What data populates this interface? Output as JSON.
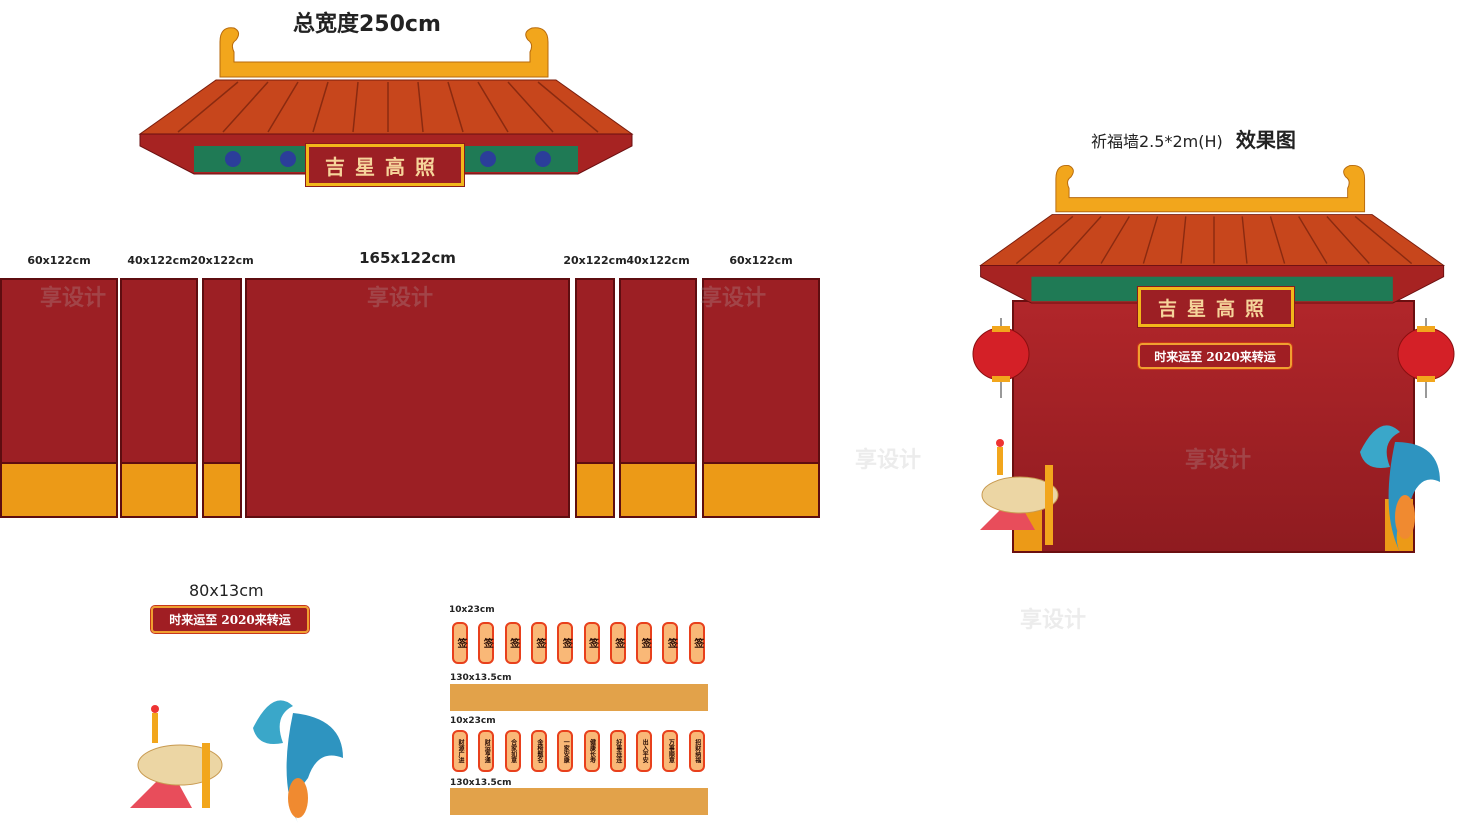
{
  "top": {
    "title": "总宽度250cm",
    "plaque": "吉星高照"
  },
  "panels": [
    {
      "label": "60x122cm",
      "base": true
    },
    {
      "label": "40x122cm",
      "base": true
    },
    {
      "label": "20x122cm",
      "base": true
    },
    {
      "label": "165x122cm",
      "base": false
    },
    {
      "label": "20x122cm",
      "base": true
    },
    {
      "label": "40x122cm",
      "base": true
    },
    {
      "label": "60x122cm",
      "base": true
    }
  ],
  "effect": {
    "title": "祈福墙2.5*2m(H)",
    "title_suffix": "效果图",
    "plaque": "吉星高照",
    "banner": "时来运至  2020来转运"
  },
  "banner_spec": {
    "size": "80x13cm",
    "text": "时来运至  2020来转运"
  },
  "tags": {
    "row1_size": "10x23cm",
    "row1": [
      "签",
      "签",
      "签",
      "签",
      "签",
      "签",
      "签",
      "签",
      "签",
      "签"
    ],
    "bar1_size": "130x13.5cm",
    "row2_size": "10x23cm",
    "row2": [
      "财源广进",
      "财运亨通",
      "合家如意",
      "金榜题名",
      "一家安康",
      "健康长寿",
      "好事连连",
      "出入平安",
      "万事顺意",
      "招财纳福"
    ],
    "bar2_size": "130x13.5cm"
  },
  "watermark": "享设计",
  "colors": {
    "red": "#9c1f24",
    "gold": "#ec9a17",
    "tile": "#c7461c",
    "green": "#1f7a55"
  }
}
